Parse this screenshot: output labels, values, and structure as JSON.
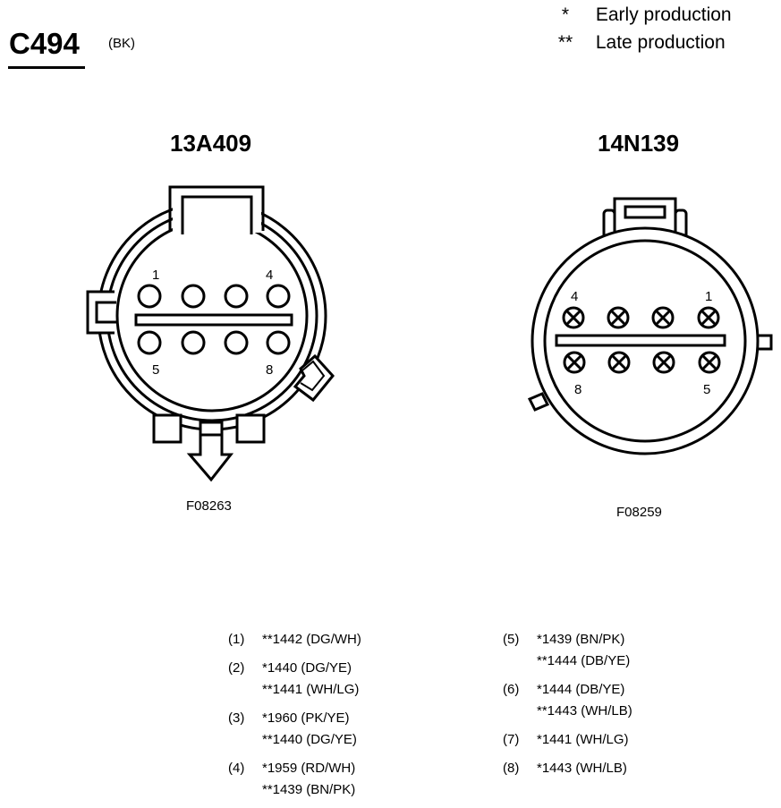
{
  "header": {
    "connector_id": "C494",
    "color_code": "(BK)"
  },
  "legend": [
    {
      "symbol": "*",
      "label": "Early production"
    },
    {
      "symbol": "**",
      "label": "Late production"
    }
  ],
  "connectors": [
    {
      "part_number": "13A409",
      "figure_code": "F08263",
      "pin_labels": {
        "top_left": "1",
        "top_right": "4",
        "bottom_left": "5",
        "bottom_right": "8"
      },
      "pin_style": "open-circle"
    },
    {
      "part_number": "14N139",
      "figure_code": "F08259",
      "pin_labels": {
        "top_left": "4",
        "top_right": "1",
        "bottom_left": "8",
        "bottom_right": "5"
      },
      "pin_style": "crossed-circle"
    }
  ],
  "pins": [
    {
      "num": "(1)",
      "lines": [
        "**1442 (DG/WH)"
      ]
    },
    {
      "num": "(2)",
      "lines": [
        "*1440 (DG/YE)",
        "**1441 (WH/LG)"
      ]
    },
    {
      "num": "(3)",
      "lines": [
        "*1960 (PK/YE)",
        "**1440 (DG/YE)"
      ]
    },
    {
      "num": "(4)",
      "lines": [
        "*1959 (RD/WH)",
        "**1439 (BN/PK)"
      ]
    },
    {
      "num": "(5)",
      "lines": [
        "*1439 (BN/PK)",
        "**1444 (DB/YE)"
      ]
    },
    {
      "num": "(6)",
      "lines": [
        "*1444 (DB/YE)",
        "**1443 (WH/LB)"
      ]
    },
    {
      "num": "(7)",
      "lines": [
        "*1441 (WH/LG)"
      ]
    },
    {
      "num": "(8)",
      "lines": [
        "*1443 (WH/LB)"
      ]
    }
  ]
}
